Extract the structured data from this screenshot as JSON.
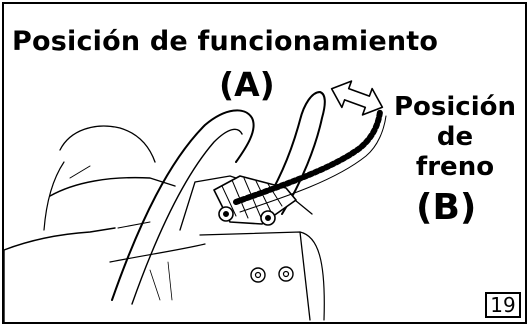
{
  "title": "Posición de funcionamiento",
  "label_a": "(A)",
  "brake_label": {
    "line1": "Posición",
    "line2": "de",
    "line3": "freno"
  },
  "label_b": "(B)",
  "page_number": "19",
  "colors": {
    "ink": "#000000",
    "paper": "#ffffff"
  }
}
